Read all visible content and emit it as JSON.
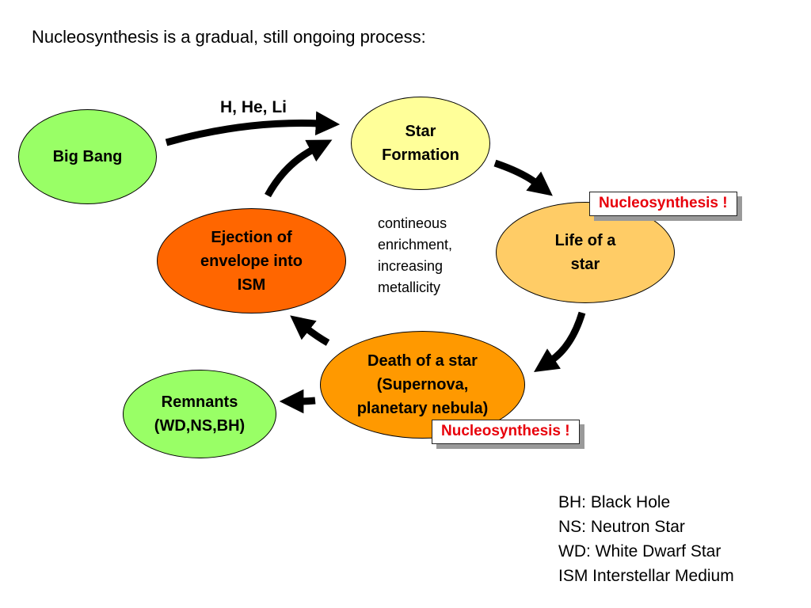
{
  "heading": "Nucleosynthesis is a gradual, still ongoing process:",
  "flow_label": "H, He, Li",
  "center_note": "contineous\nenrichment,\nincreasing\nmetallicity",
  "nodes": {
    "big_bang": {
      "label": "Big Bang",
      "color": "#99ff66"
    },
    "star_formation": {
      "label": "Star\nFormation",
      "color": "#ffff99"
    },
    "life_of_star": {
      "label": "Life of a\nstar",
      "color": "#ffcc66"
    },
    "death_of_star": {
      "label": "Death of a star\n(Supernova,\nplanetary nebula)",
      "color": "#ff9900"
    },
    "ejection": {
      "label": "Ejection of\nenvelope into\nISM",
      "color": "#ff6600"
    },
    "remnants": {
      "label": "Remnants\n(WD,NS,BH)",
      "color": "#99ff66"
    }
  },
  "callouts": {
    "life": "Nucleosynthesis !",
    "death": "Nucleosynthesis !"
  },
  "legend": [
    "BH: Black Hole",
    "NS: Neutron Star",
    "WD: White Dwarf Star",
    "ISM Interstellar Medium"
  ]
}
